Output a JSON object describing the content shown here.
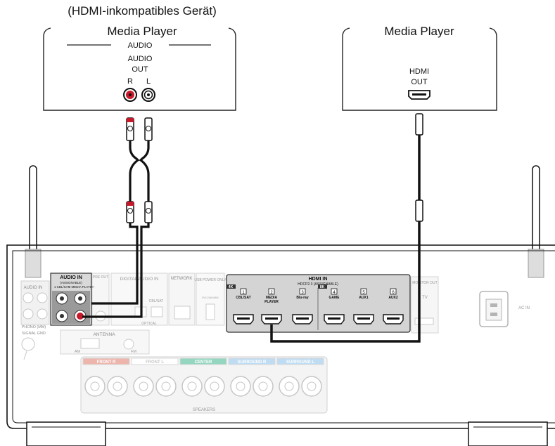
{
  "left_device": {
    "note": "(HDMI-inkompatibles Gerät)",
    "title": "Media Player",
    "section_label": "AUDIO",
    "out_label_1": "AUDIO",
    "out_label_2": "OUT",
    "r_label": "R",
    "l_label": "L"
  },
  "right_device": {
    "title": "Media Player",
    "out_label_1": "HDMI",
    "out_label_2": "OUT"
  },
  "receiver": {
    "audio_in_title": "AUDIO IN",
    "audio_in_sub": "(ASSIGNABLE)",
    "audio_in_ch1": "1 CBL/SAT",
    "audio_in_ch2": "2 MEDIA PLAYER",
    "pre_out": "PRE OUT",
    "digital_audio": "DIGITAL AUDIO IN",
    "coaxial": "CBL/SAT",
    "optical": "OPTICAL",
    "network": "NETWORK",
    "usb_label": "USB POWER ONLY",
    "usb_sub": "5V/1.5A MAX",
    "audio_in_left": "AUDIO IN",
    "phono": "PHONO (MM)",
    "signal_gnd": "SIGNAL GND",
    "antenna": "ANTENNA",
    "am": "AM",
    "fm": "FM",
    "hdmi_title": "HDMI IN",
    "hdmi_sub": "HDCP2.3 (ASSIGNABLE)",
    "hdmi_4k": "4K",
    "hdmi_8k": "8K",
    "hdmi_inputs": [
      {
        "num": "1",
        "label": "CBL/SAT"
      },
      {
        "num": "2",
        "label": "MEDIA PLAYER"
      },
      {
        "num": "3",
        "label": "Blu-ray"
      },
      {
        "num": "4",
        "label": "GAME"
      },
      {
        "num": "5",
        "label": "AUX1"
      },
      {
        "num": "6",
        "label": "AUX2"
      }
    ],
    "monitor_out": "MONITOR OUT",
    "tv": "TV",
    "ac_in": "AC IN",
    "speakers": "SPEAKERS",
    "speaker_groups": [
      "FRONT R",
      "FRONT L",
      "CENTER",
      "SURROUND R",
      "SURROUND L"
    ],
    "speaker_colors": [
      "#e07a6a",
      "#ffffff",
      "#3fb58f",
      "#8cc0e8",
      "#8cc0e8"
    ]
  }
}
